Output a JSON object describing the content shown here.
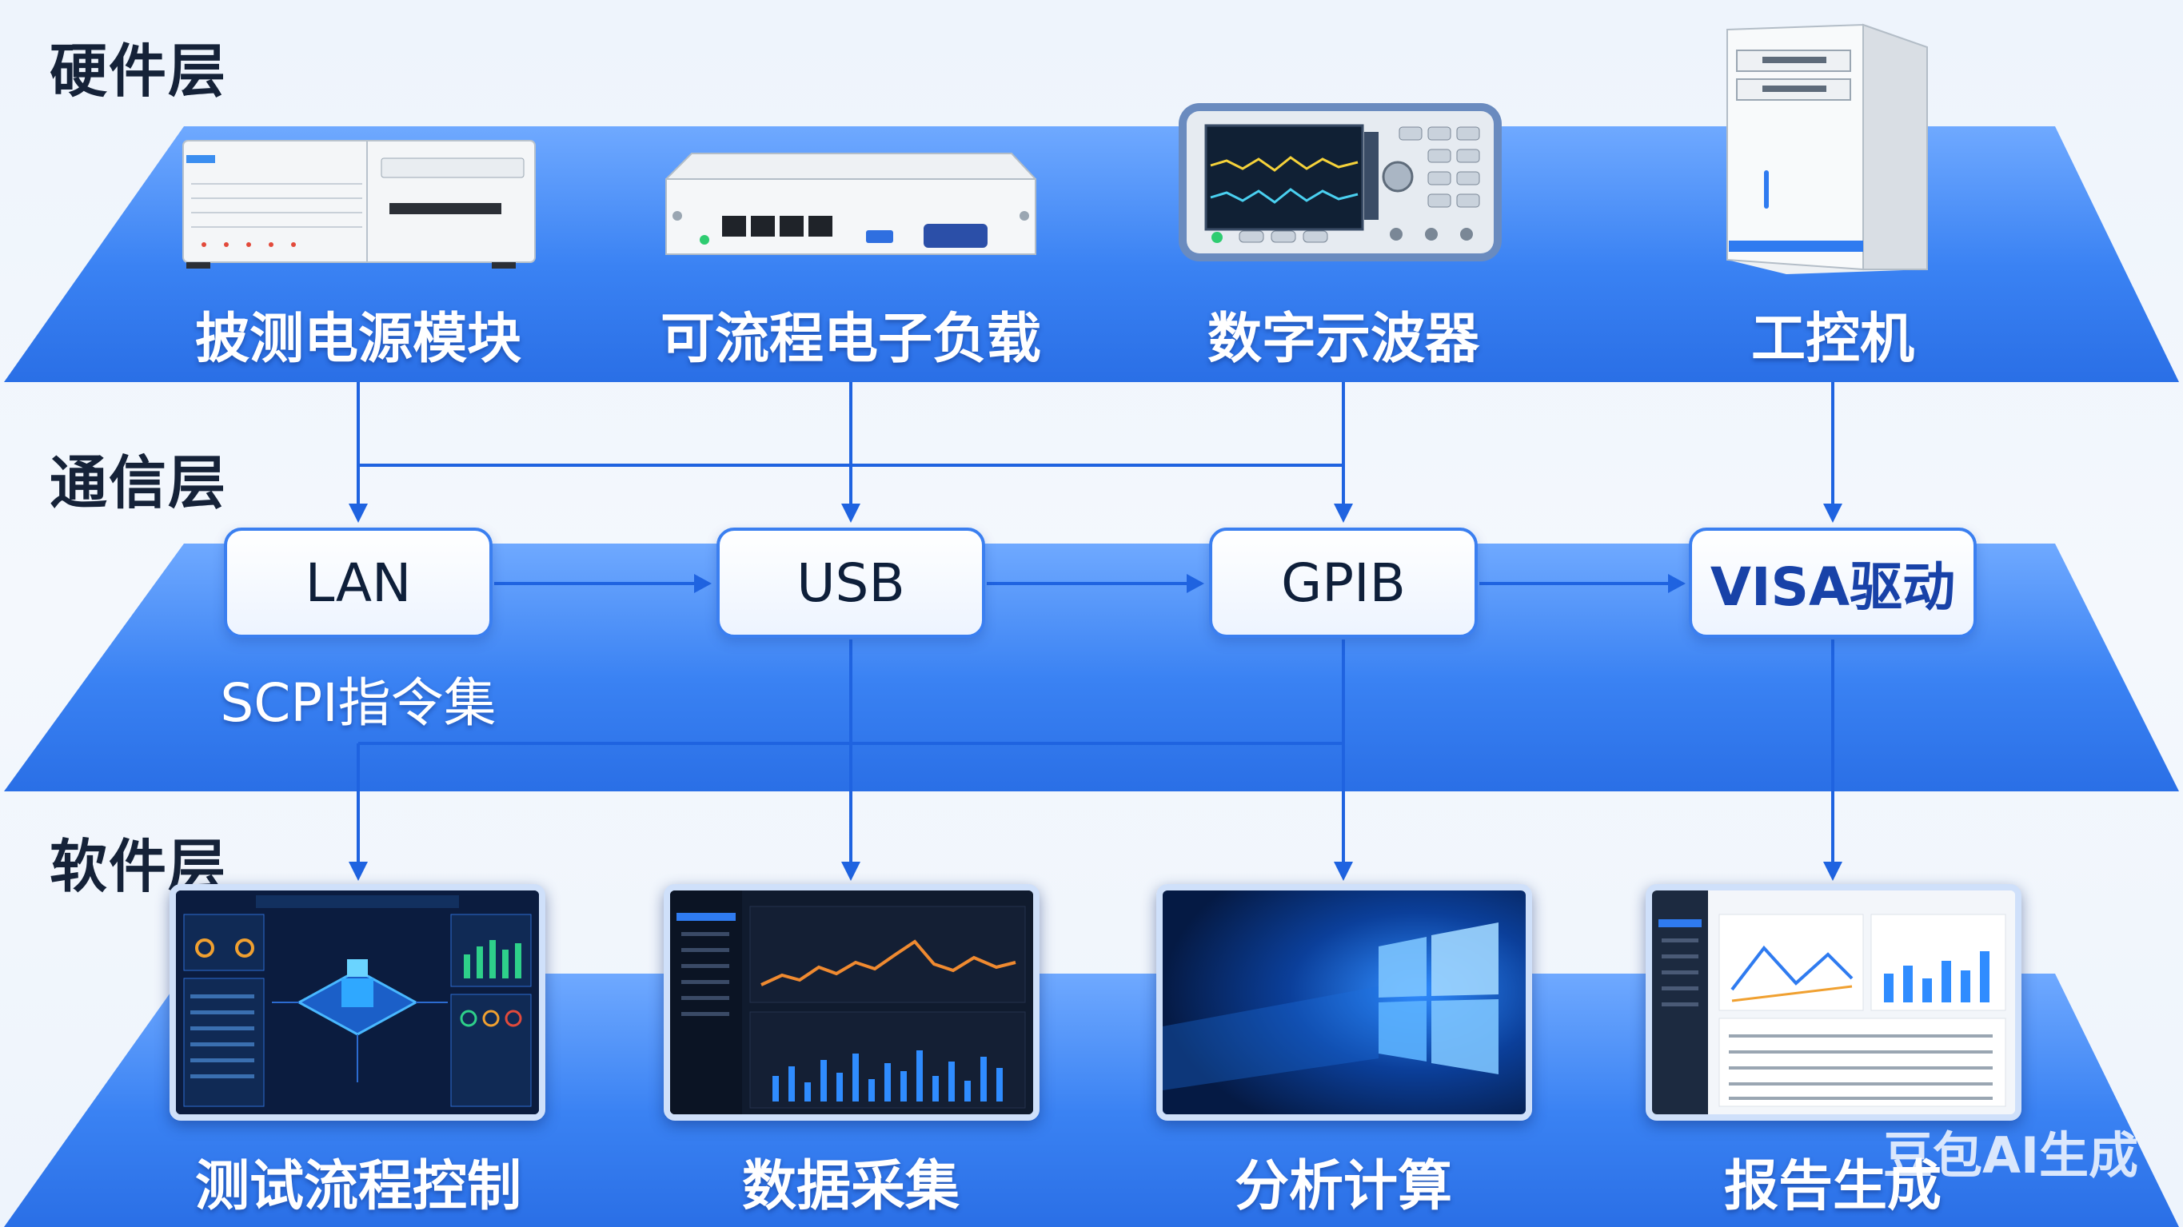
{
  "layers": {
    "hardware": "硬件层",
    "communication": "通信层",
    "software": "软件层"
  },
  "hardware": [
    {
      "label": "披测电源模块",
      "icon": "power-module-icon"
    },
    {
      "label": "可流程电子负载",
      "icon": "electronic-load-icon"
    },
    {
      "label": "数字示波器",
      "icon": "oscilloscope-icon"
    },
    {
      "label": "工控机",
      "icon": "industrial-pc-icon"
    }
  ],
  "protocols": [
    {
      "label": "LAN"
    },
    {
      "label": "USB"
    },
    {
      "label": "GPIB"
    },
    {
      "label": "VISA驱动"
    }
  ],
  "scpi_label": "SCPI指令集",
  "software": [
    {
      "label": "测试流程控制",
      "icon": "test-flow-dashboard-icon"
    },
    {
      "label": "数据采集",
      "icon": "data-acquisition-dashboard-icon"
    },
    {
      "label": "分析计算",
      "icon": "windows-desktop-icon"
    },
    {
      "label": "报告生成",
      "icon": "report-dashboard-icon"
    }
  ],
  "colors": {
    "band": "#2f7bf0",
    "band_light": "#8ec0ff",
    "arrow": "#1f63e0",
    "title": "#152238"
  },
  "watermark": "豆包AI生成"
}
